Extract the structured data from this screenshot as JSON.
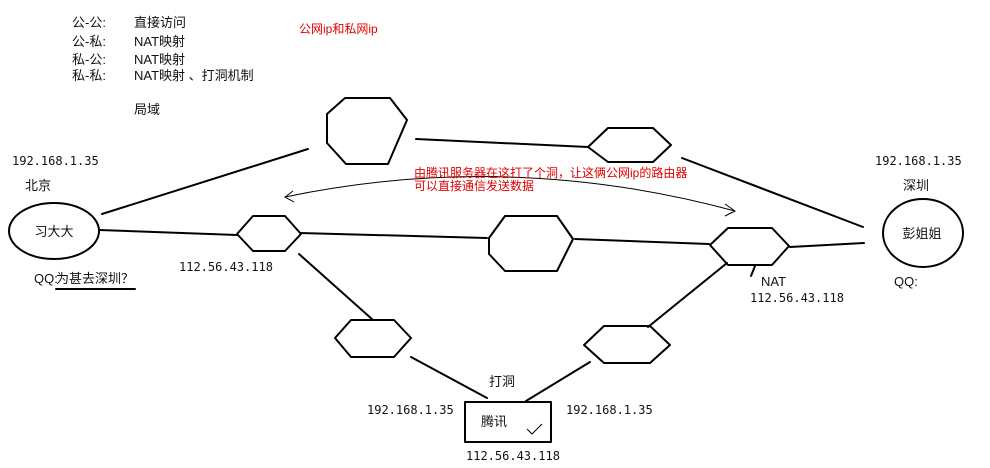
{
  "legend": {
    "rows": [
      {
        "key": "公-公:",
        "value": "直接访问"
      },
      {
        "key": "公-私:",
        "value": "NAT映射"
      },
      {
        "key": "私-公:",
        "value": "NAT映射"
      },
      {
        "key": "私-私:",
        "value": "NAT映射 、打洞机制"
      }
    ],
    "extra": "局域"
  },
  "title": "公网ip和私网ip",
  "note": {
    "line1": "由腾讯服务器在这打了个洞，让这俩公网ip的路由器",
    "line2": "可以直接通信发送数据"
  },
  "left_user": {
    "ip": "192.168.1.35",
    "city": "北京",
    "name": "习大大",
    "qq_label": "QQ:",
    "qq_text": "为甚去深圳？"
  },
  "right_user": {
    "ip": "192.168.1.35",
    "city": "深圳",
    "name": "彭姐姐",
    "qq_label": "QQ:"
  },
  "left_router_ip": "112.56.43.118",
  "right_router": {
    "nat": "NAT",
    "ip": "112.56.43.118"
  },
  "server": {
    "punch": "打洞",
    "left_ip": "192.168.1.35",
    "right_ip": "192.168.1.35",
    "name": "腾讯",
    "bottom_ip": "112.56.43.118"
  }
}
